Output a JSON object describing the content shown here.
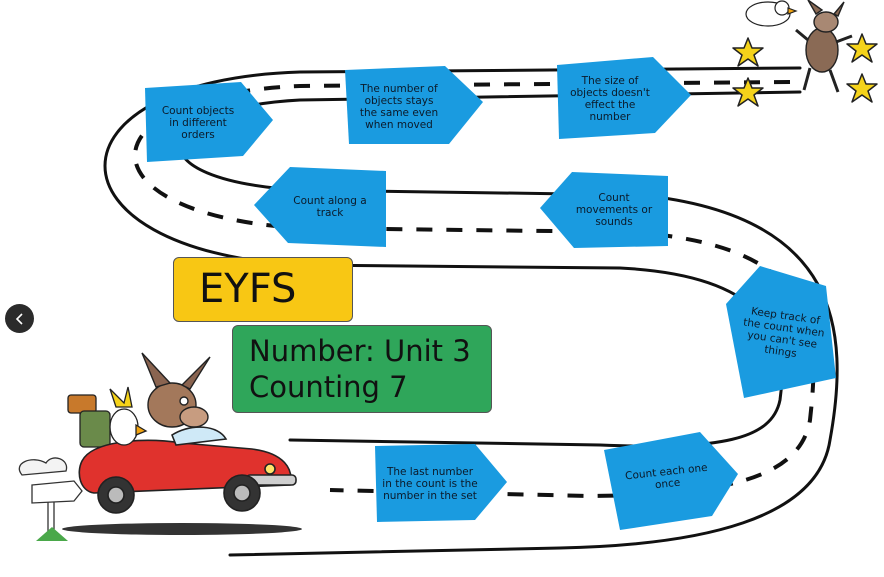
{
  "title": {
    "stage": "EYFS",
    "unit_line1": "Number: Unit 3",
    "unit_line2": "Counting 7"
  },
  "colors": {
    "sign_blue": "#1a9be0",
    "stage_yellow": "#f8c714",
    "unit_green": "#2fa65a",
    "road_line": "#111111",
    "car_red": "#e0322d"
  },
  "road_signs": [
    {
      "text": "Count objects in different orders"
    },
    {
      "text": "The number of objects stays the same even when moved"
    },
    {
      "text": "The size of objects doesn't effect the number"
    },
    {
      "text": "Count along a track"
    },
    {
      "text": "Count movements or sounds"
    },
    {
      "text": "Keep track of the count when you can't see things"
    },
    {
      "text": "The last number in the count is the number in the set"
    },
    {
      "text": "Count each one once"
    }
  ],
  "nav": {
    "prev_icon": "chevron-left-icon"
  }
}
